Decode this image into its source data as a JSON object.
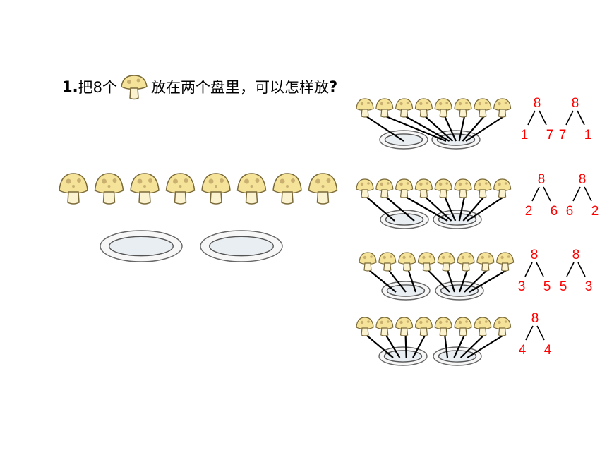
{
  "question": {
    "number": "1.",
    "text_before": "把8个",
    "text_after": "放在两个盘里，可以怎样放",
    "punct": "?"
  },
  "colors": {
    "number_red": "#ff0000",
    "mushroom_cap": "#f5e39a",
    "mushroom_outline": "#7a6a3a",
    "plate_outline": "#555555",
    "plate_fill": "#e9eef2"
  },
  "icons": {
    "mushroom": "mushroom-icon",
    "plate": "plate-icon"
  },
  "mushroom_count": 8,
  "splits": [
    {
      "total": "8",
      "trees": [
        [
          "1",
          "7"
        ],
        [
          "7",
          "1"
        ]
      ]
    },
    {
      "total": "8",
      "trees": [
        [
          "2",
          "6"
        ],
        [
          "6",
          "2"
        ]
      ]
    },
    {
      "total": "8",
      "trees": [
        [
          "3",
          "5"
        ],
        [
          "5",
          "3"
        ]
      ]
    },
    {
      "total": "8",
      "trees": [
        [
          "4",
          "4"
        ]
      ]
    }
  ]
}
